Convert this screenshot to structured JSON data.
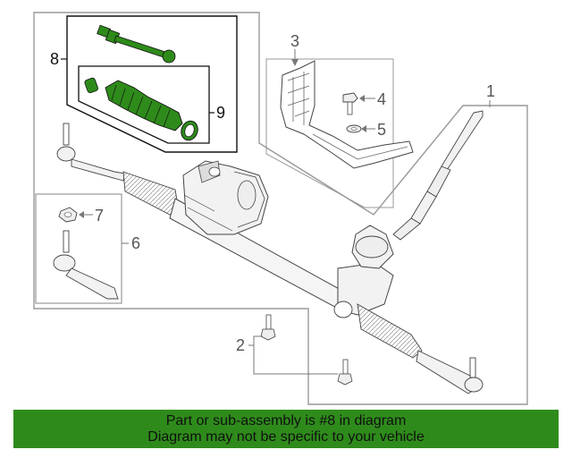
{
  "callouts": {
    "c1": "1",
    "c2": "2",
    "c3": "3",
    "c4": "4",
    "c5": "5",
    "c6": "6",
    "c7": "7",
    "c8": "8",
    "c9": "9"
  },
  "banner": {
    "line1": "Part or sub-assembly is #8 in diagram",
    "line2": "Diagram may not be specific to your vehicle"
  },
  "colors": {
    "highlight": "#2e8b1b",
    "parts_fill": "#f2f2f2",
    "line": "#444444"
  }
}
